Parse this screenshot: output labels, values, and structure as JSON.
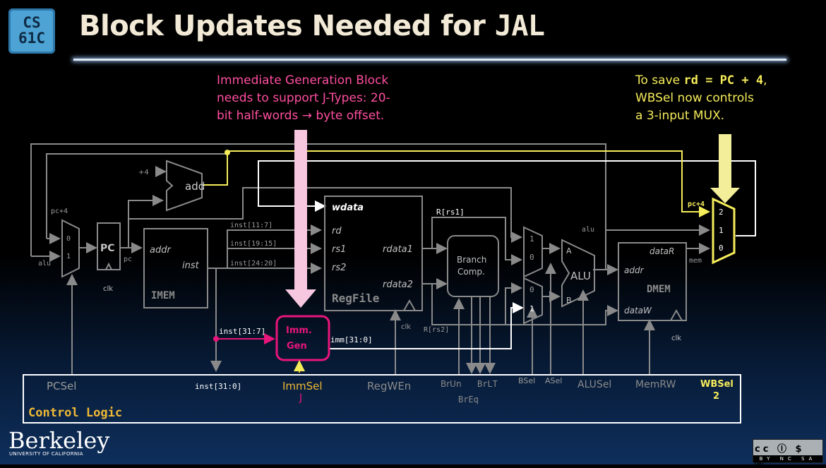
{
  "slide": {
    "title_text": "Block Updates Needed for ",
    "title_code": "JAL",
    "logo_line1": "CS",
    "logo_line2": "61C"
  },
  "notes": {
    "imm_gen_note": [
      "Immediate Generation Block",
      "needs to support J-Types: 20-",
      "bit half-words → byte offset."
    ],
    "wbsel_note_prefix": "To save ",
    "wbsel_note_code": "rd = PC + 4",
    "wbsel_note_suffix": ",",
    "wbsel_note_lines": [
      "WBSel now controls",
      "a 3-input MUX."
    ]
  },
  "blocks": {
    "add": "add",
    "plus4": "+4",
    "pc": "PC",
    "clk": "clk",
    "imem": "IMEM",
    "imem_addr": "addr",
    "imem_inst": "inst",
    "regfile": "RegFile",
    "wdata": "wdata",
    "rd": "rd",
    "rs1": "rs1",
    "rs2": "rs2",
    "rdata1": "rdata1",
    "rdata2": "rdata2",
    "branch_comp_1": "Branch",
    "branch_comp_2": "Comp.",
    "alu": "ALU",
    "alu_a": "A",
    "alu_b": "B",
    "dmem": "DMEM",
    "dmem_addr": "addr",
    "dmem_dataR": "dataR",
    "dmem_dataW": "dataW",
    "imm_gen_1": "Imm.",
    "imm_gen_2": "Gen"
  },
  "wires": {
    "pc4": "pc+4",
    "alu": "alu",
    "pc": "pc",
    "inst_11_7": "inst[11:7]",
    "inst_19_15": "inst[19:15]",
    "inst_24_20": "inst[24:20]",
    "inst_31_7": "inst[31:7]",
    "inst_31_0": "inst[31:0]",
    "imm_31_0": "imm[31:0]",
    "r_rs1": "R[rs1]",
    "r_rs2": "R[rs2]",
    "wb_pc4": "pc+4",
    "wb_alu": "alu",
    "wb_mem": "mem",
    "mux_0": "0",
    "mux_1": "1",
    "mux_2": "2"
  },
  "control": {
    "title": "Control Logic",
    "pcsel": "PCSel",
    "inst": "inst[31:0]",
    "immsel": "ImmSel",
    "immsel_value": "J",
    "regwen": "RegWEn",
    "brun": "BrUn",
    "brlt": "BrLT",
    "breq": "BrEq",
    "bsel": "BSel",
    "asel": "ASel",
    "alusel": "ALUSel",
    "memrw": "MemRW",
    "wbsel": "WBSel",
    "wbsel_value": "2"
  },
  "footer": {
    "berkeley": "Berkeley",
    "berkeley_sub": "UNIVERSITY OF CALIFORNIA",
    "cc_icons": "cc Ⓘ $ Ⓢ",
    "cc_labels": "BY NC SA"
  },
  "colors": {
    "wire_gray": "#8a8a8a",
    "highlight_pink": "#e8157a",
    "highlight_yellow": "#f5ec5a",
    "active_white": "#ffffff",
    "control_label_gold": "#f0b935"
  }
}
